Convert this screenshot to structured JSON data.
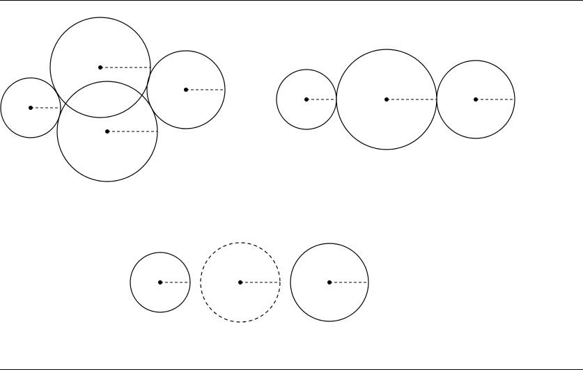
{
  "colors": {
    "stroke": "#000000",
    "background": "#ffffff"
  },
  "groups": [
    {
      "name": "overlapping-cluster",
      "circles": [
        {
          "id": "c1",
          "style": "solid"
        },
        {
          "id": "c2",
          "style": "solid"
        },
        {
          "id": "c3",
          "style": "solid"
        },
        {
          "id": "c4",
          "style": "solid"
        }
      ]
    },
    {
      "name": "tangent-row",
      "circles": [
        {
          "id": "c5",
          "style": "solid"
        },
        {
          "id": "c6",
          "style": "solid"
        },
        {
          "id": "c7",
          "style": "solid"
        }
      ]
    },
    {
      "name": "separated-row",
      "circles": [
        {
          "id": "c8",
          "style": "solid"
        },
        {
          "id": "c9",
          "style": "dashed"
        },
        {
          "id": "c10",
          "style": "solid"
        }
      ]
    }
  ]
}
